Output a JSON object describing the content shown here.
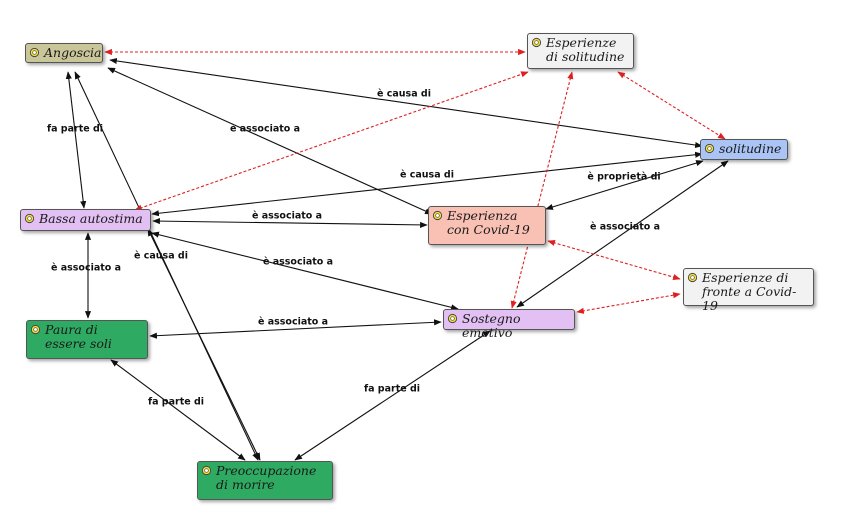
{
  "colors": {
    "tan": "#c9c69a",
    "gray": "#f2f2f2",
    "blue": "#a9c4f5",
    "purple": "#e3c0f3",
    "salmon": "#f9c0b4",
    "green": "#2faa62",
    "edge_black": "#111111",
    "edge_red": "#e02020"
  },
  "nodes": {
    "angoscia": {
      "label": "Angoscia",
      "icon": "code-icon"
    },
    "solitudine_esp": {
      "label": "Esperienze di solitudine",
      "icon": "code-icon"
    },
    "solitudine": {
      "label": "solitudine",
      "icon": "code-icon"
    },
    "bassa": {
      "label": "Bassa autostima",
      "icon": "code-icon"
    },
    "covid": {
      "label": "Esperienza con Covid-19",
      "icon": "code-icon"
    },
    "fronte": {
      "label": "Esperienze di fronte a Covid-19",
      "icon": "code-icon"
    },
    "sostegno": {
      "label": "Sostegno emotivo",
      "icon": "code-icon"
    },
    "paura": {
      "label": "Paura di essere soli",
      "icon": "code-icon"
    },
    "preocc": {
      "label": "Preoccupazione di morire",
      "icon": "code-icon"
    }
  },
  "edge_labels": {
    "causa_angoscia_solitudine": "è causa di",
    "assoc_angoscia_covid": "è associato a",
    "parte_bassa_angoscia": "fa parte di",
    "causa_bassa_solitudine": "è causa di",
    "assoc_bassa_covid": "è associato a",
    "proprieta_covid_solitudine": "è proprietà di",
    "assoc_solitudine_sostegno": "è associato a",
    "assoc_bassa_paura": "è associato a",
    "causa_bassa_preocc": "è causa di",
    "assoc_bassa_sostegno": "è associato a",
    "assoc_paura_sostegno": "è associato a",
    "parte_paura_preocc": "fa parte di",
    "parte_sostegno_preocc": "fa parte di"
  }
}
